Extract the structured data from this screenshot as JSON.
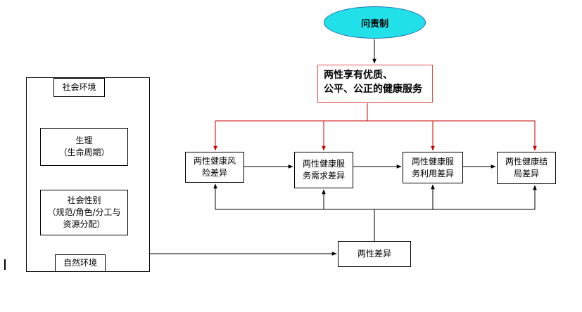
{
  "diagram": {
    "accountability": "问责制",
    "goal": "两性享有优质、\n公平、公正的健康服务",
    "stages": [
      "两性健康风\n险差异",
      "两性健康服\n务需求差异",
      "两性健康服\n务利用差异",
      "两性健康结\n局差异"
    ],
    "difference": "两性差异",
    "social_env": "社会环境",
    "physiology": "生理\n（生命周期）",
    "gender": "社会性别\n（规范/角色/分工与\n资源分配）",
    "natural_env": "自然环境"
  },
  "colors": {
    "ellipse_fill": "#21e0e8",
    "goal_border": "#d9534f",
    "red_arrows": "#cc0000"
  }
}
